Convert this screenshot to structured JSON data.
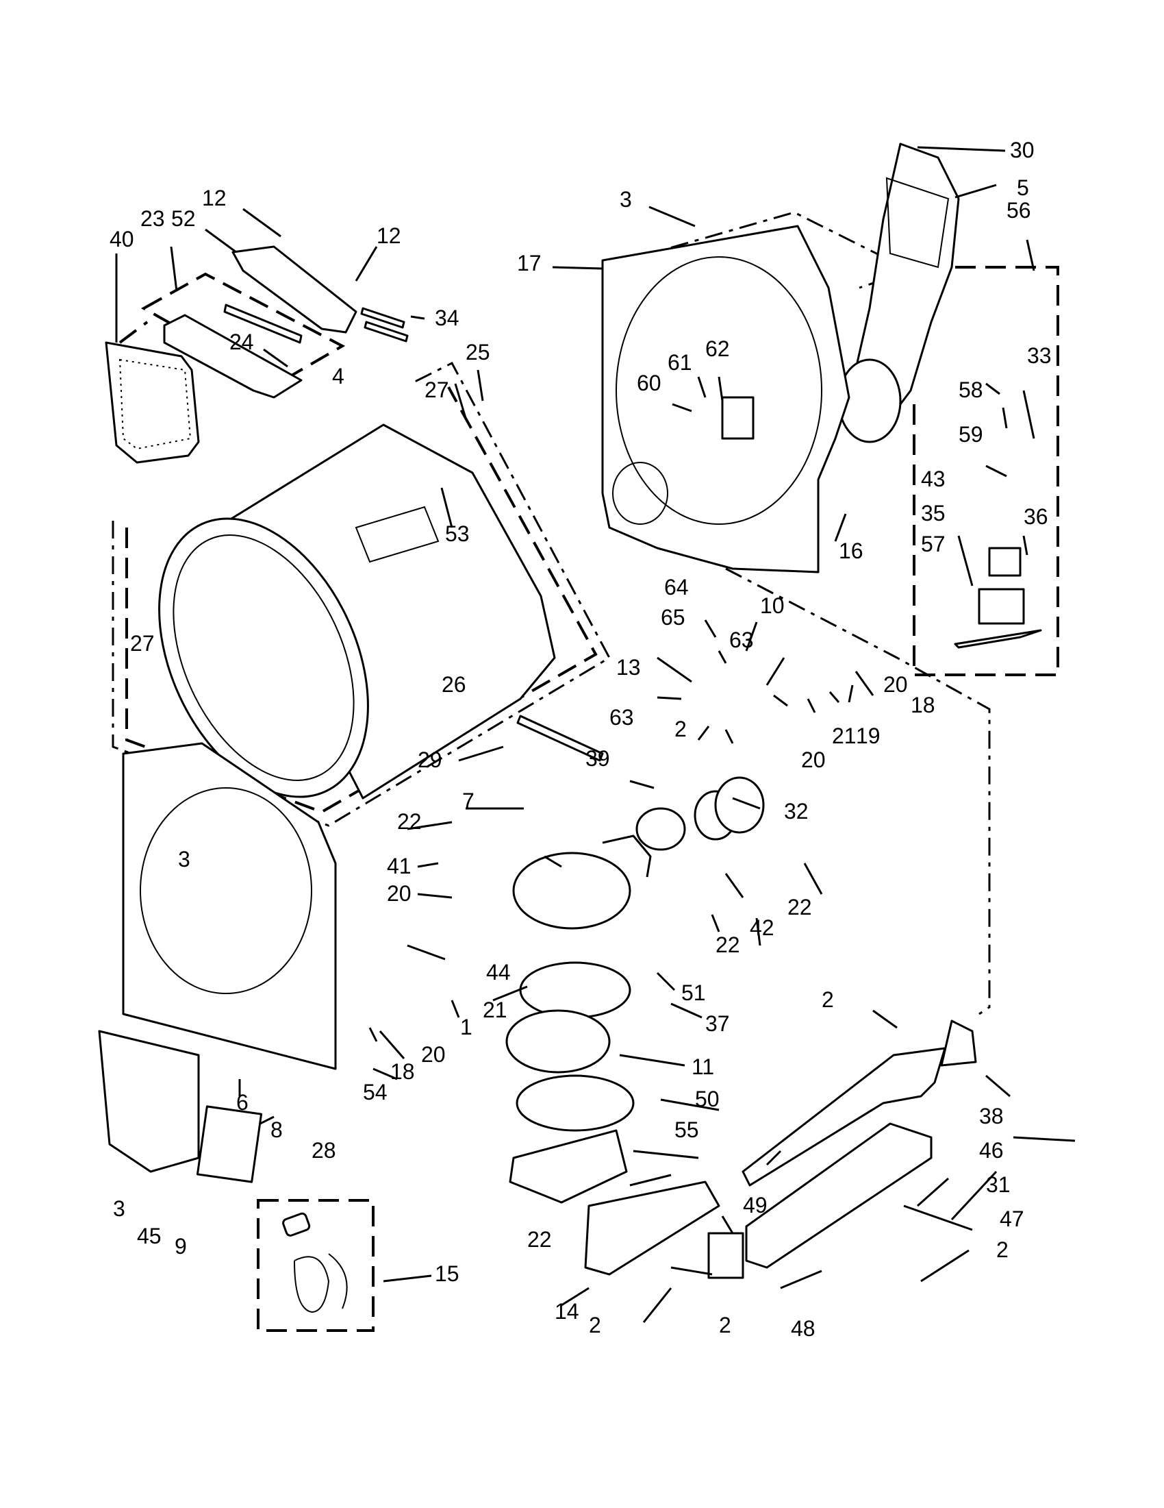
{
  "callouts": [
    {
      "id": "c30a",
      "text": "30"
    },
    {
      "id": "c5",
      "text": "5"
    },
    {
      "id": "c56",
      "text": "56"
    },
    {
      "id": "c3a",
      "text": "3"
    },
    {
      "id": "c17",
      "text": "17"
    },
    {
      "id": "c12a",
      "text": "12"
    },
    {
      "id": "c52",
      "text": "52"
    },
    {
      "id": "c12b",
      "text": "12"
    },
    {
      "id": "c23",
      "text": "23"
    },
    {
      "id": "c40",
      "text": "40"
    },
    {
      "id": "c34",
      "text": "34"
    },
    {
      "id": "c24",
      "text": "24"
    },
    {
      "id": "c25",
      "text": "25"
    },
    {
      "id": "c4",
      "text": "4"
    },
    {
      "id": "c27a",
      "text": "27"
    },
    {
      "id": "c60",
      "text": "60"
    },
    {
      "id": "c61",
      "text": "61"
    },
    {
      "id": "c62",
      "text": "62"
    },
    {
      "id": "c33",
      "text": "33"
    },
    {
      "id": "c58",
      "text": "58"
    },
    {
      "id": "c59",
      "text": "59"
    },
    {
      "id": "c43",
      "text": "43"
    },
    {
      "id": "c35",
      "text": "35"
    },
    {
      "id": "c36",
      "text": "36"
    },
    {
      "id": "c57",
      "text": "57"
    },
    {
      "id": "c53",
      "text": "53"
    },
    {
      "id": "c16",
      "text": "16"
    },
    {
      "id": "c64",
      "text": "64"
    },
    {
      "id": "c65",
      "text": "65"
    },
    {
      "id": "c10",
      "text": "10"
    },
    {
      "id": "c63a",
      "text": "63"
    },
    {
      "id": "c27b",
      "text": "27"
    },
    {
      "id": "c26",
      "text": "26"
    },
    {
      "id": "c13",
      "text": "13"
    },
    {
      "id": "c18a",
      "text": "18"
    },
    {
      "id": "c63b",
      "text": "63"
    },
    {
      "id": "c20a",
      "text": "20"
    },
    {
      "id": "c19",
      "text": "19"
    },
    {
      "id": "c21a",
      "text": "21"
    },
    {
      "id": "c39",
      "text": "39"
    },
    {
      "id": "c2a",
      "text": "2"
    },
    {
      "id": "c20b",
      "text": "20"
    },
    {
      "id": "c29",
      "text": "29"
    },
    {
      "id": "c7",
      "text": "7"
    },
    {
      "id": "c32",
      "text": "32"
    },
    {
      "id": "c22a",
      "text": "22"
    },
    {
      "id": "c41",
      "text": "41"
    },
    {
      "id": "c22b",
      "text": "22"
    },
    {
      "id": "c3b",
      "text": "3"
    },
    {
      "id": "c20c",
      "text": "20"
    },
    {
      "id": "c42",
      "text": "42"
    },
    {
      "id": "c22c",
      "text": "22"
    },
    {
      "id": "c44",
      "text": "44"
    },
    {
      "id": "c51",
      "text": "51"
    },
    {
      "id": "c21b",
      "text": "21"
    },
    {
      "id": "c37",
      "text": "37"
    },
    {
      "id": "c1",
      "text": "1"
    },
    {
      "id": "c20d",
      "text": "20"
    },
    {
      "id": "c18b",
      "text": "18"
    },
    {
      "id": "c11",
      "text": "11"
    },
    {
      "id": "c2b",
      "text": "2"
    },
    {
      "id": "c6",
      "text": "6"
    },
    {
      "id": "c54",
      "text": "54"
    },
    {
      "id": "c50",
      "text": "50"
    },
    {
      "id": "c38",
      "text": "38"
    },
    {
      "id": "c8",
      "text": "8"
    },
    {
      "id": "c28",
      "text": "28"
    },
    {
      "id": "c55",
      "text": "55"
    },
    {
      "id": "c46",
      "text": "46"
    },
    {
      "id": "c3c",
      "text": "3"
    },
    {
      "id": "c45",
      "text": "45"
    },
    {
      "id": "c9",
      "text": "9"
    },
    {
      "id": "c31",
      "text": "31"
    },
    {
      "id": "c49",
      "text": "49"
    },
    {
      "id": "c47",
      "text": "47"
    },
    {
      "id": "c22d",
      "text": "22"
    },
    {
      "id": "c2c",
      "text": "2"
    },
    {
      "id": "c15",
      "text": "15"
    },
    {
      "id": "c14",
      "text": "14"
    },
    {
      "id": "c2d",
      "text": "2"
    },
    {
      "id": "c2e",
      "text": "2"
    },
    {
      "id": "c48",
      "text": "48"
    }
  ]
}
